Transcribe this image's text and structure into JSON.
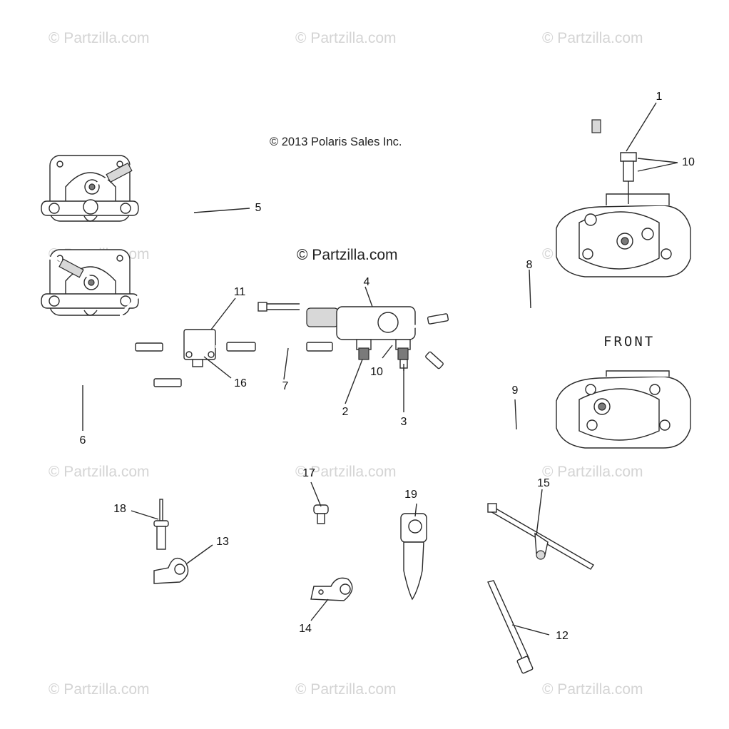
{
  "watermark": "© Partzilla.com",
  "copyright": "© 2013 Polaris Sales Inc.",
  "center_watermark": "© Partzilla.com",
  "front_label": "FRONT",
  "callouts": {
    "c1": "1",
    "c10a": "10",
    "c5": "5",
    "c4": "4",
    "c8": "8",
    "c11": "11",
    "c16": "16",
    "c7": "7",
    "c10b": "10",
    "c2": "2",
    "c3": "3",
    "c9": "9",
    "c6": "6",
    "c17": "17",
    "c19": "19",
    "c15": "15",
    "c18": "18",
    "c13": "13",
    "c14": "14",
    "c12": "12"
  }
}
